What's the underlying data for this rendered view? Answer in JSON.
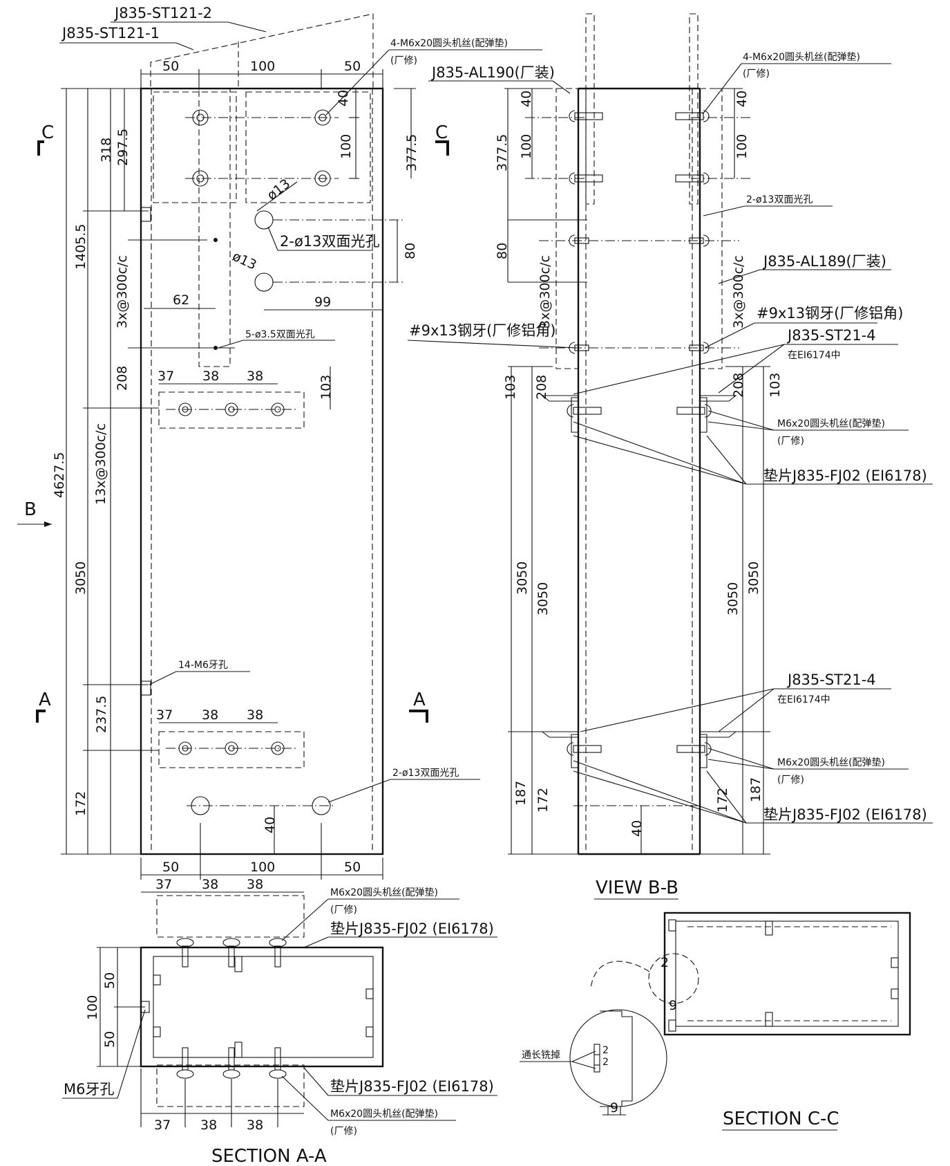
{
  "parts": {
    "st121_2": "J835-ST121-2",
    "st121_1": "J835-ST121-1",
    "al190": "J835-AL190(厂装)",
    "al189": "J835-AL189(厂装)",
    "st21_4": "J835-ST21-4",
    "in_ei6174": "在EI6174中"
  },
  "notes": {
    "screw4_m6x20": "4-M6x20圆头机丝(配弹垫)",
    "screw_m6x20": "M6x20圆头机丝(配弹垫)",
    "factory_repair": "(厂修)",
    "holes_2_13": "2-ø13双面光孔",
    "holes_5_35": "5-ø3.5双面光孔",
    "holes_14_m6": "14-M6牙孔",
    "m6_tapped": "M6牙孔",
    "washer": "垫片J835-FJ02 (EI6178)",
    "steel_screw": "#9x13钢牙(厂修铝角)",
    "mill_full_length": "通长铣掉",
    "dia13": "ø13"
  },
  "section_marks": {
    "A": "A",
    "B": "B",
    "C": "C"
  },
  "titles": {
    "view_bb": "VIEW B-B",
    "section_aa": "SECTION A-A",
    "section_cc": "SECTION C-C"
  },
  "dims": {
    "d50": "50",
    "d100": "100",
    "d40": "40",
    "d318": "318",
    "d297_5": "297.5",
    "d377_5": "377.5",
    "d80": "80",
    "d62": "62",
    "d99": "99",
    "d1405_5": "1405.5",
    "d3x300": "3x@300c/c",
    "d13x300": "13x@300c/c",
    "d208": "208",
    "d37": "37",
    "d38": "38",
    "d103": "103",
    "d4627_5": "4627.5",
    "d3050": "3050",
    "d237_5": "237.5",
    "d172": "172",
    "d187": "187",
    "d9": "9",
    "d2": "2"
  }
}
